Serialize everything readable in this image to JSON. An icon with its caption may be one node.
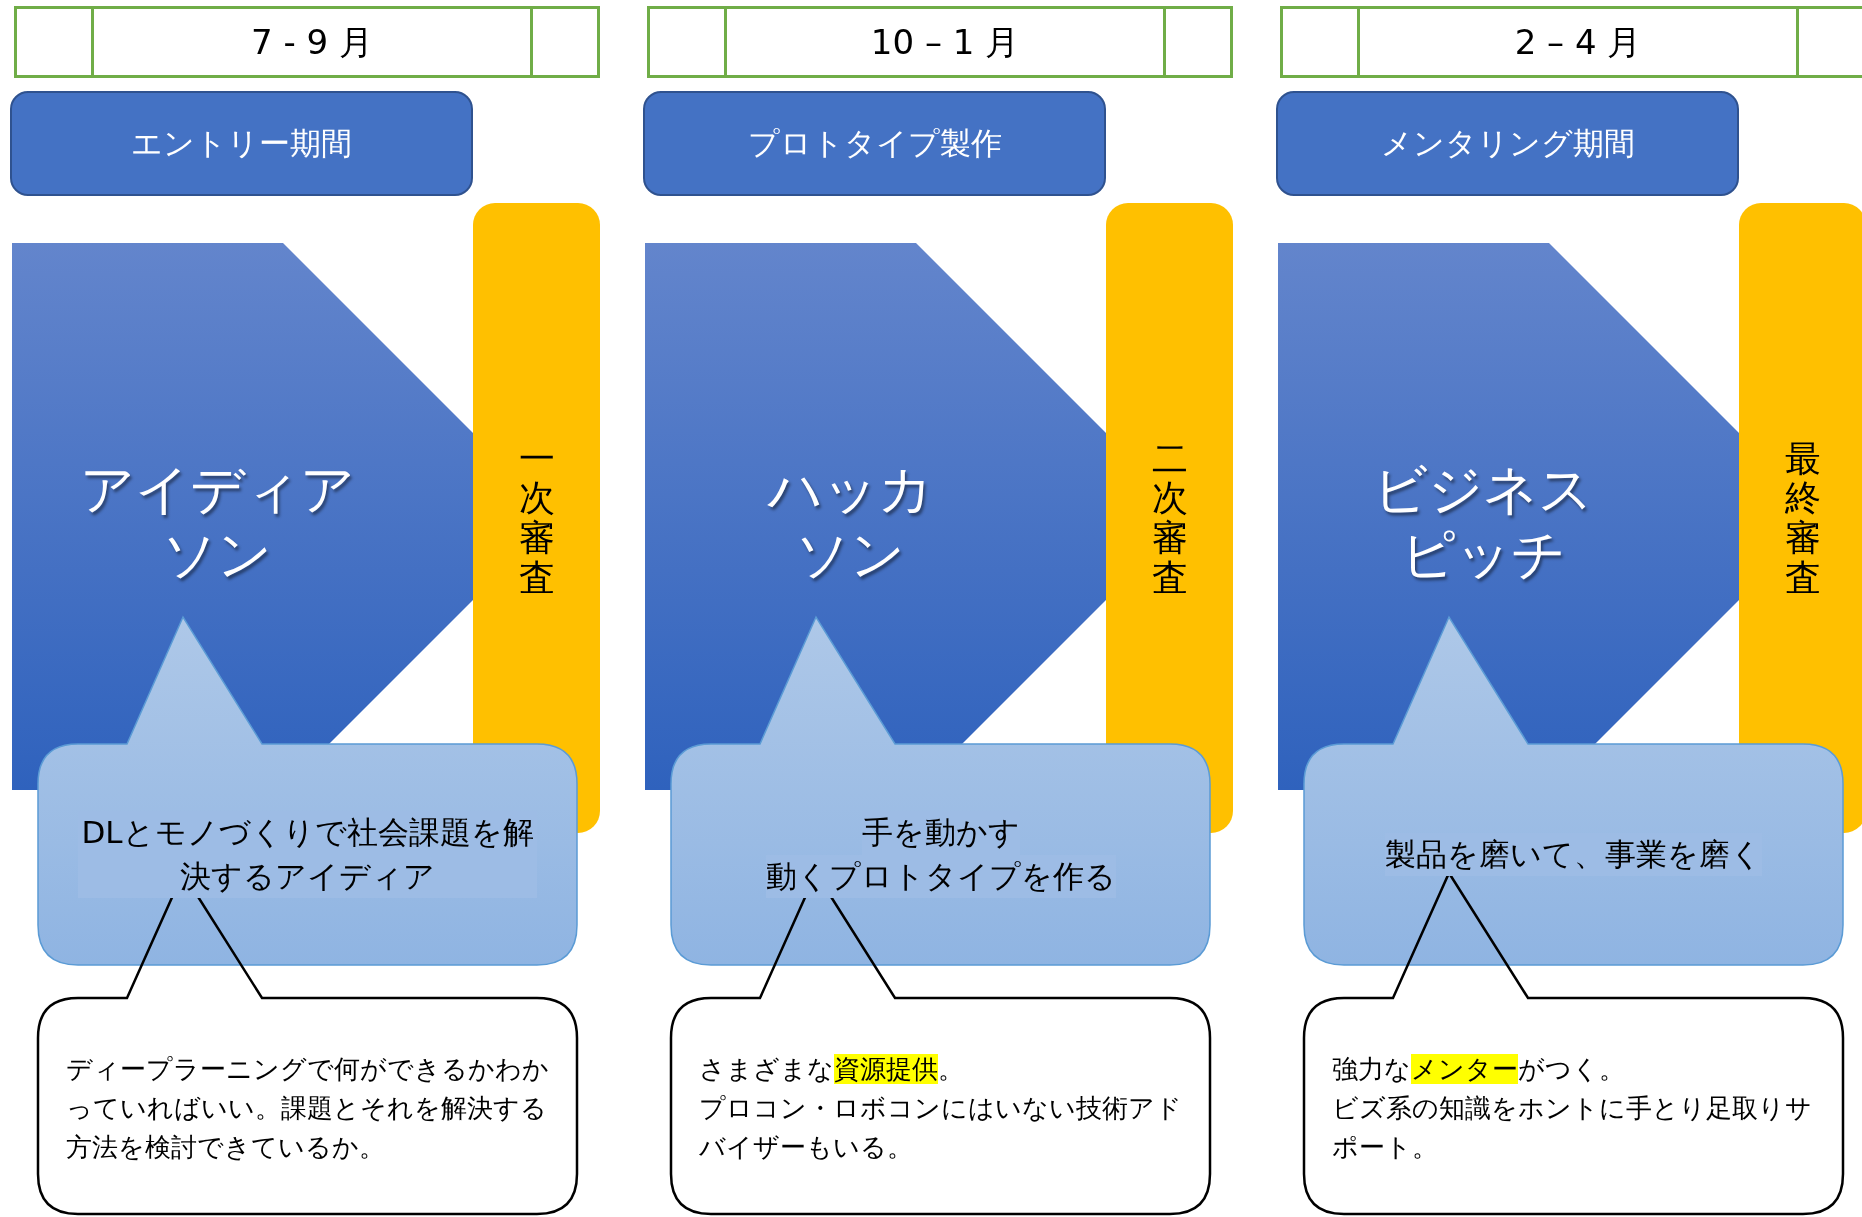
{
  "diagram": {
    "nodes": [
      {
        "text": [
          "7 - 9 月"
        ]
      },
      {
        "text": [
          "エントリー期間"
        ]
      },
      {
        "text": [
          "アイディアソン"
        ]
      },
      {
        "text": [
          "一次審査"
        ]
      },
      {
        "text": [
          "DLとモノづくりで社会課題を解決するアイディア"
        ]
      },
      {
        "text": [
          "ディープラーニングで何ができるかわかっていればいい。課題とそれを解決する方法を検討できているか。"
        ]
      },
      {
        "text": [
          "10 – 1 月"
        ]
      },
      {
        "text": [
          "プロトタイプ製作"
        ]
      },
      {
        "text": [
          "ハッカソン"
        ]
      },
      {
        "text": [
          "二次審査"
        ]
      },
      {
        "text": [
          "手を動かす",
          "動くプロトタイプを作る"
        ]
      },
      {
        "text": [
          "さまざまな**資源提供**。",
          "プロコン・ロボコンにはいない技術アドバイザーもいる。"
        ]
      },
      {
        "text": [
          "2 – 4 月"
        ]
      },
      {
        "text": [
          "メンタリング期間"
        ]
      },
      {
        "text": [
          "ビジネスピッチ"
        ]
      },
      {
        "text": [
          "最終審査"
        ]
      },
      {
        "text": [
          "製品を磨いて、事業を磨く"
        ]
      },
      {
        "text": [
          "強力な**メンター**がつく。",
          "ビズ系の知識をホントに手とり足取りサポート。"
        ]
      }
    ]
  }
}
